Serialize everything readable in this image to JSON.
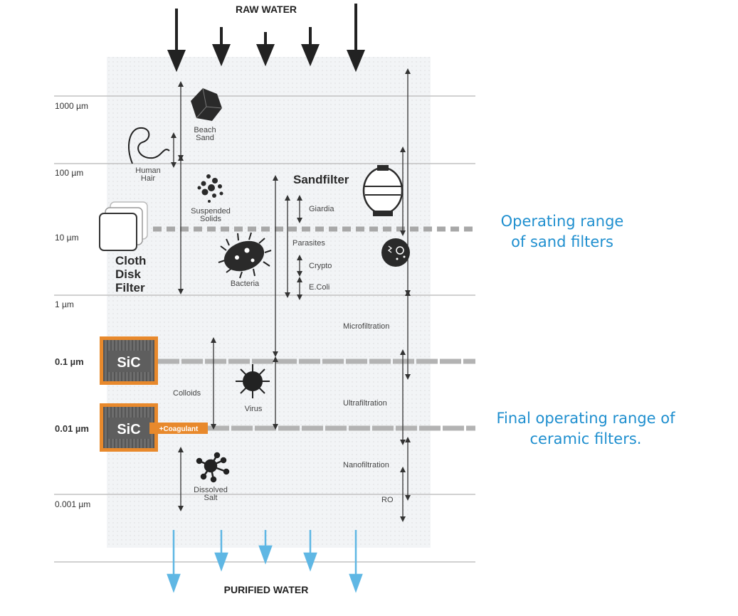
{
  "header": {
    "raw_water": "RAW WATER"
  },
  "footer": {
    "purified_water": "PURIFIED WATER"
  },
  "scale": {
    "tick_1000um": "1000 µm",
    "tick_100um": "100 µm",
    "tick_10um": "10 µm",
    "tick_1um": "1 µm",
    "tick_0_1um": "0.1 µm",
    "tick_0_01um": "0.01 µm",
    "tick_0_001um": "0.001 µm"
  },
  "contaminants": {
    "beach_sand": [
      "Beach",
      "Sand"
    ],
    "human_hair": [
      "Human",
      "Hair"
    ],
    "suspended_solids": [
      "Suspended",
      "Solids"
    ],
    "bacteria": "Bacteria",
    "parasites": "Parasites",
    "giardia": "Giardia",
    "crypto": "Crypto",
    "ecoli": "E.Coli",
    "colloids": "Colloids",
    "virus": "Virus",
    "dissolved_salt": [
      "Dissolved",
      "Salt"
    ]
  },
  "processes": {
    "microfiltration": "Microfiltration",
    "ultrafiltration": "Ultrafiltration",
    "nanofiltration": "Nanofiltration",
    "ro": "RO"
  },
  "filters": {
    "sandfilter": "Sandfilter",
    "cloth_disk": [
      "Cloth",
      "Disk",
      "Filter"
    ],
    "sic": "SiC",
    "coagulant": "+Coagulant"
  },
  "notes": {
    "sand_range": [
      "Operating range",
      "of sand filters"
    ],
    "ceramic_range": [
      "Final operating range of",
      "ceramic filters."
    ]
  },
  "colors": {
    "accent_blue": "#1f8fcf",
    "sic_orange": "#e8892c",
    "dark": "#222222",
    "gridline": "#bdbdbd"
  }
}
